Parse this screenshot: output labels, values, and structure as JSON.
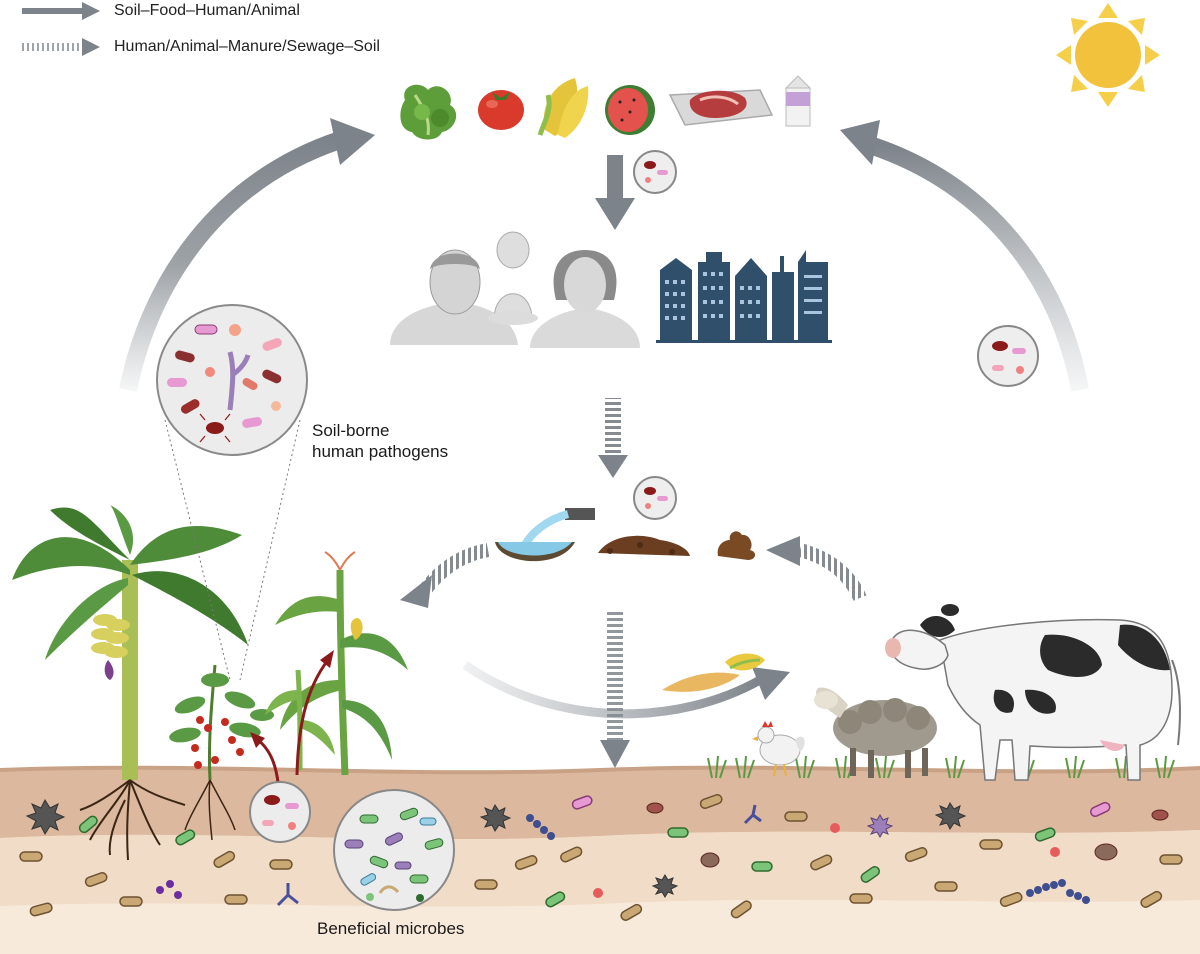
{
  "legend": {
    "solid_label": "Soil–Food–Human/Animal",
    "dashed_label": "Human/Animal–Manure/Sewage–Soil"
  },
  "labels": {
    "pathogens_line1": "Soil-borne",
    "pathogens_line2": "human pathogens",
    "beneficial": "Beneficial microbes"
  },
  "colors": {
    "arrow_gray": "#858b91",
    "pathogen_red": "#8b1a1a",
    "soil_top": "#d8b59b",
    "soil_mid": "#f1dcc8",
    "soil_low": "#f8eadb",
    "sun": "#f2c23d",
    "building": "#2f4f6b"
  },
  "icons": [
    "sun-icon",
    "lettuce-icon",
    "tomato-icon",
    "corn-icon",
    "watermelon-icon",
    "meat-tray-icon",
    "milk-carton-icon",
    "people-icon",
    "city-buildings-icon",
    "water-pipe-icon",
    "soil-pile-icon",
    "manure-icon",
    "banana-plant-icon",
    "tomato-plant-icon",
    "maize-plant-icon",
    "cow-icon",
    "sheep-icon",
    "chicken-icon",
    "microbe-magnifier-icon"
  ]
}
